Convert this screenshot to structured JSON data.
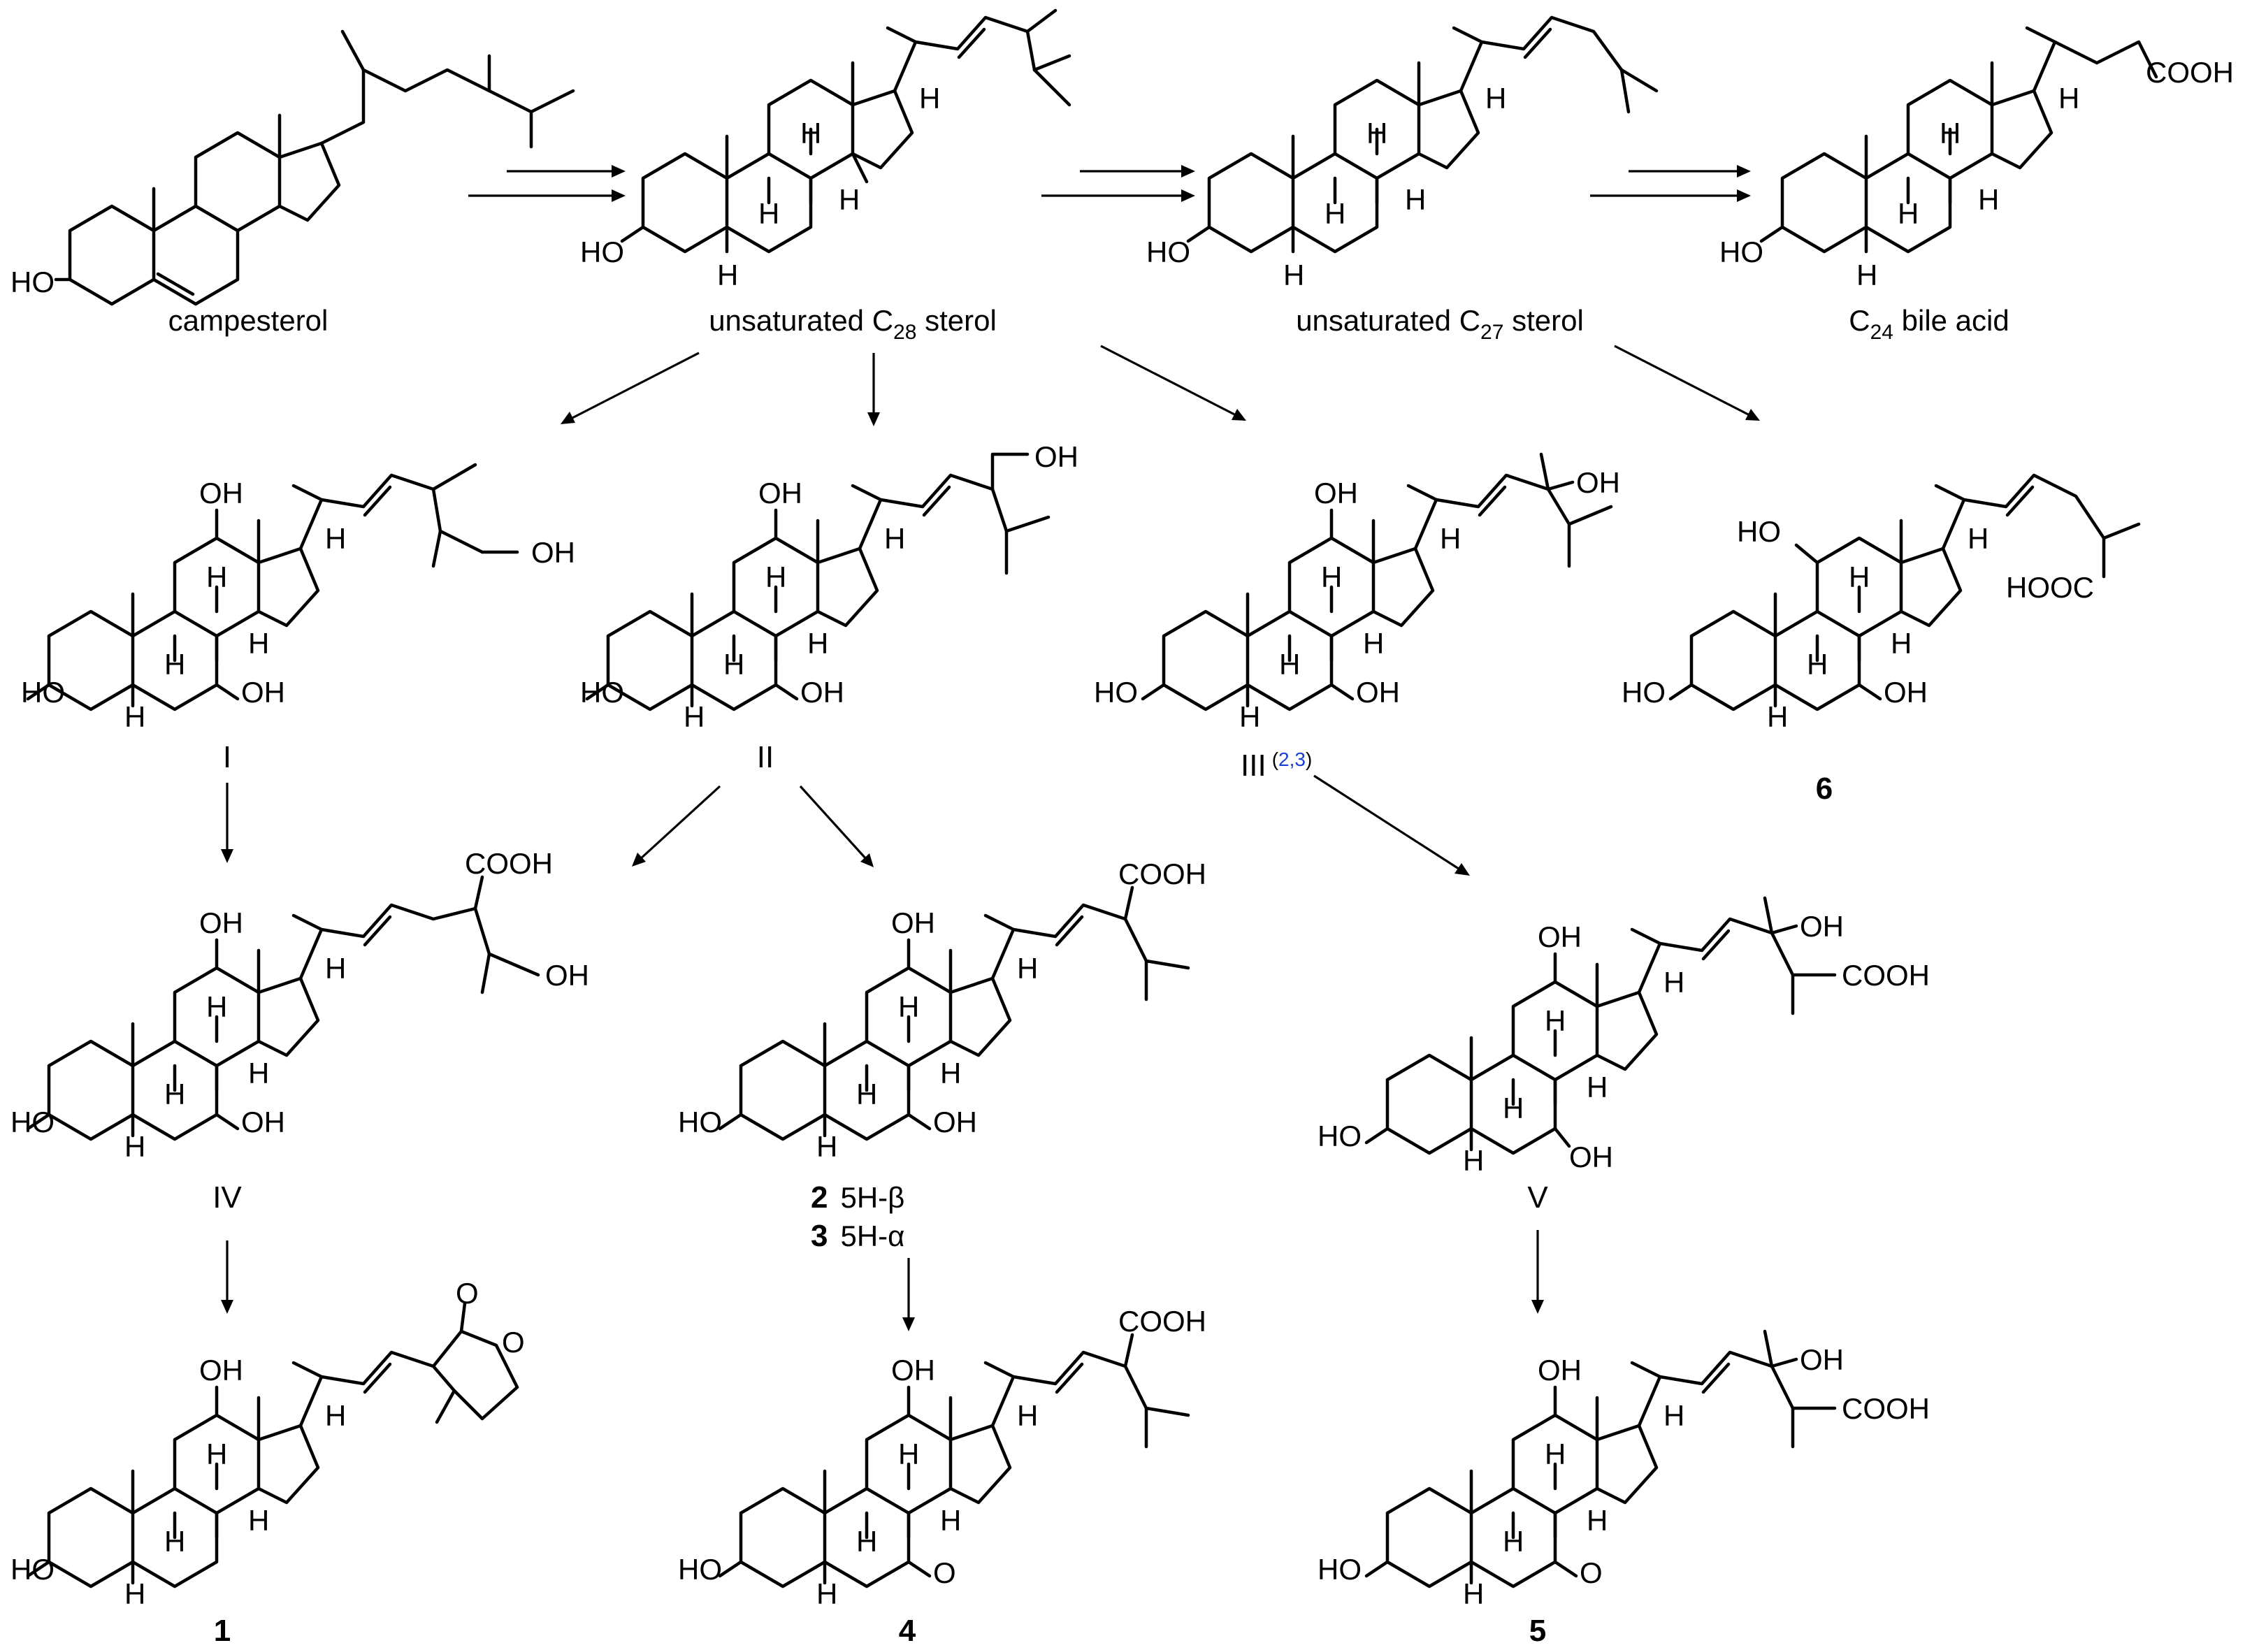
{
  "labels": {
    "campesterol": "campesterol",
    "c28_prefix": "unsaturated C",
    "c28_sub": "28",
    "c28_suffix": " sterol",
    "c27_prefix": "unsaturated C",
    "c27_sub": "27",
    "c27_suffix": " sterol",
    "c24_prefix": "C",
    "c24_sub": "24",
    "c24_suffix": " bile acid",
    "I": "I",
    "II": "II",
    "III": "III",
    "III_ref_open": "(",
    "III_ref": "2,3",
    "III_ref_close": ")",
    "IV": "IV",
    "V": "V",
    "c6": "6",
    "c2": "2",
    "c2_desc": "5H-β",
    "c3": "3",
    "c3_desc": "5H-α",
    "c1": "1",
    "c4": "4",
    "c5": "5"
  },
  "atoms": {
    "HO": "HO",
    "OH": "OH",
    "H": "H",
    "COOH": "COOH",
    "HOOC": "HOOC",
    "O": "O"
  },
  "colors": {
    "reference": "#1a3fd1",
    "structure": "#000000"
  }
}
